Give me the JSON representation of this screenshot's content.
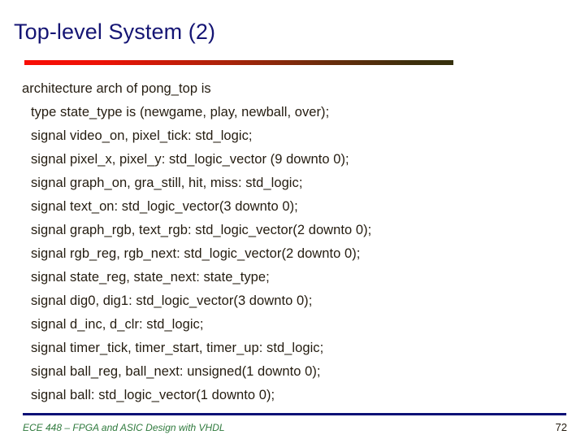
{
  "slide": {
    "title": "Top-level System (2)",
    "accent_colors": {
      "title_text": "#151574",
      "rule_start": "#f90d05",
      "rule_end": "#36300d",
      "footer_rule": "#0c1076",
      "footer_text": "#2f7a3d",
      "body_text": "#241c10",
      "background": "#ffffff"
    },
    "body_lines": [
      {
        "text": "architecture arch of pong_top is",
        "indent": false
      },
      {
        "text": "type state_type is (newgame, play, newball, over);",
        "indent": true
      },
      {
        "text": "signal video_on, pixel_tick: std_logic;",
        "indent": true
      },
      {
        "text": "signal pixel_x, pixel_y: std_logic_vector (9 downto 0);",
        "indent": true
      },
      {
        "text": "signal graph_on, gra_still, hit, miss: std_logic;",
        "indent": true
      },
      {
        "text": "signal text_on: std_logic_vector(3 downto 0);",
        "indent": true
      },
      {
        "text": "signal graph_rgb, text_rgb: std_logic_vector(2 downto 0);",
        "indent": true
      },
      {
        "text": "signal rgb_reg, rgb_next: std_logic_vector(2 downto 0);",
        "indent": true
      },
      {
        "text": "signal state_reg, state_next: state_type;",
        "indent": true
      },
      {
        "text": "signal dig0, dig1: std_logic_vector(3 downto 0);",
        "indent": true
      },
      {
        "text": "signal d_inc, d_clr: std_logic;",
        "indent": true
      },
      {
        "text": "signal timer_tick, timer_start, timer_up: std_logic;",
        "indent": true
      },
      {
        "text": "signal ball_reg, ball_next: unsigned(1 downto 0);",
        "indent": true
      },
      {
        "text": "signal ball: std_logic_vector(1 downto 0);",
        "indent": true
      }
    ],
    "footer": {
      "course": "ECE 448 – FPGA and ASIC Design with VHDL",
      "page_number": "72"
    }
  }
}
